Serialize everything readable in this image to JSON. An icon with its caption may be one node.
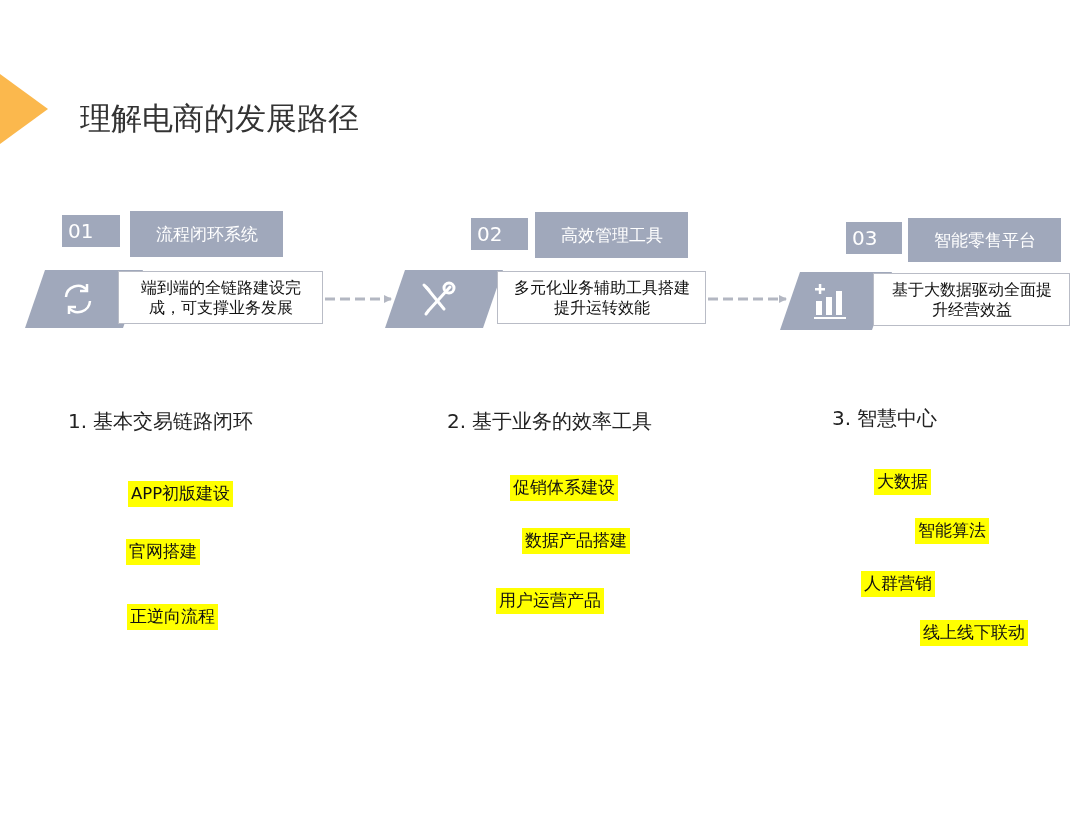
{
  "diagram": {
    "title": "理解电商的发展路径",
    "nodes": [
      {
        "text": [
          "01"
        ]
      },
      {
        "text": [
          "流程闭环系统"
        ]
      },
      {
        "text": [
          "端到端的全链路建设完成，可支撑业务发展"
        ]
      },
      {
        "text": [
          "02"
        ]
      },
      {
        "text": [
          "高效管理工具"
        ]
      },
      {
        "text": [
          "多元化业务辅助工具搭建提升运转效能"
        ]
      },
      {
        "text": [
          "03"
        ]
      },
      {
        "text": [
          "智能零售平台"
        ]
      },
      {
        "text": [
          "基于大数据驱动全面提升经营效益"
        ]
      }
    ],
    "edges": [
      {
        "from": 2,
        "to": 5,
        "arrow": "to",
        "style": "dashed"
      },
      {
        "from": 5,
        "to": 8,
        "arrow": "to",
        "style": "dashed"
      }
    ],
    "labels": [
      "1. 基本交易链路闭环",
      "2. 基于业务的效率工具",
      "3. 智慧中心",
      "大数据",
      "促销体系建设",
      "APP初版建设",
      "智能算法",
      "数据产品搭建",
      "官网搭建",
      "人群营销",
      "用户运营产品",
      "正逆向流程",
      "线上线下联动"
    ]
  }
}
